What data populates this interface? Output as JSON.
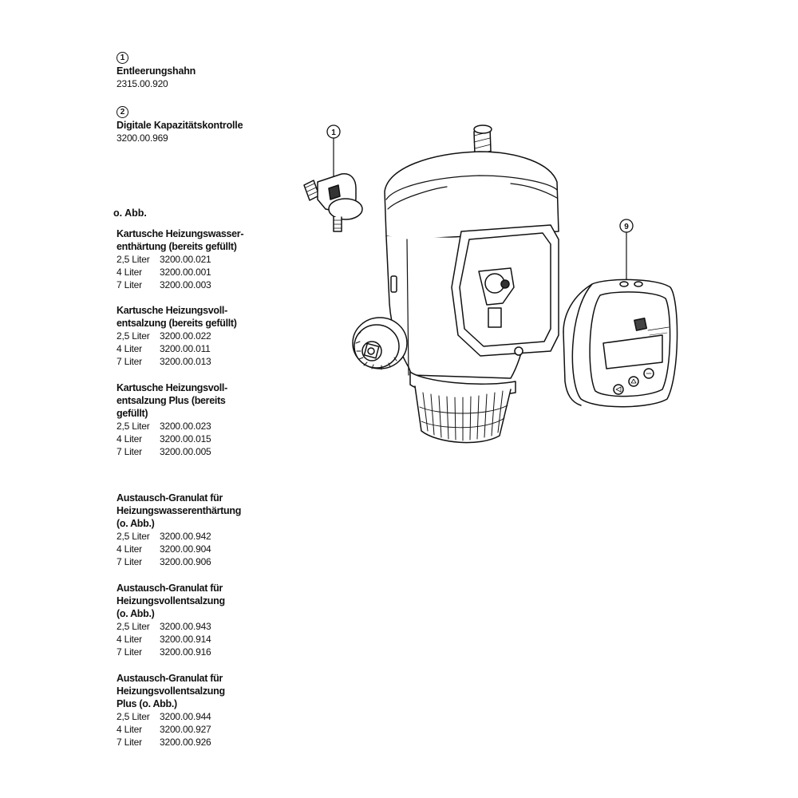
{
  "items": [
    {
      "num": "1",
      "title": "Entleerungshahn",
      "number": "2315.00.920"
    },
    {
      "num": "2",
      "title": "Digitale Kapazitätskontrolle",
      "number": "3200.00.969"
    }
  ],
  "note": "o. Abb.",
  "groups": [
    {
      "title_lines": [
        "Kartusche Heizungswasser-",
        "enthärtung (bereits gefüllt)"
      ],
      "rows": [
        [
          "2,5 Liter",
          "3200.00.021"
        ],
        [
          "4 Liter",
          "3200.00.001"
        ],
        [
          "7 Liter",
          "3200.00.003"
        ]
      ]
    },
    {
      "title_lines": [
        "Kartusche Heizungsvoll-",
        "entsalzung (bereits gefüllt)"
      ],
      "rows": [
        [
          "2,5 Liter",
          "3200.00.022"
        ],
        [
          "4 Liter",
          "3200.00.011"
        ],
        [
          "7 Liter",
          "3200.00.013"
        ]
      ]
    },
    {
      "title_lines": [
        "Kartusche Heizungsvoll-",
        "entsalzung Plus (bereits",
        "gefüllt)"
      ],
      "rows": [
        [
          "2,5 Liter",
          "3200.00.023"
        ],
        [
          "4 Liter",
          "3200.00.015"
        ],
        [
          "7 Liter",
          "3200.00.005"
        ]
      ]
    },
    {
      "title_lines": [
        "Austausch-Granulat für",
        "Heizungswasserenthärtung",
        "(o. Abb.)"
      ],
      "rows": [
        [
          "2,5 Liter",
          "3200.00.942"
        ],
        [
          "4 Liter",
          "3200.00.904"
        ],
        [
          "7 Liter",
          "3200.00.906"
        ]
      ]
    },
    {
      "title_lines": [
        "Austausch-Granulat für",
        "Heizungsvollentsalzung",
        "(o. Abb.)"
      ],
      "rows": [
        [
          "2,5 Liter",
          "3200.00.943"
        ],
        [
          "4 Liter",
          "3200.00.914"
        ],
        [
          "7 Liter",
          "3200.00.916"
        ]
      ]
    },
    {
      "title_lines": [
        "Austausch-Granulat für",
        "Heizungsvollentsalzung",
        "Plus (o. Abb.)"
      ],
      "rows": [
        [
          "2,5 Liter",
          "3200.00.944"
        ],
        [
          "4 Liter",
          "3200.00.927"
        ],
        [
          "7 Liter",
          "3200.00.926"
        ]
      ]
    }
  ],
  "callouts": [
    "1",
    "9"
  ]
}
